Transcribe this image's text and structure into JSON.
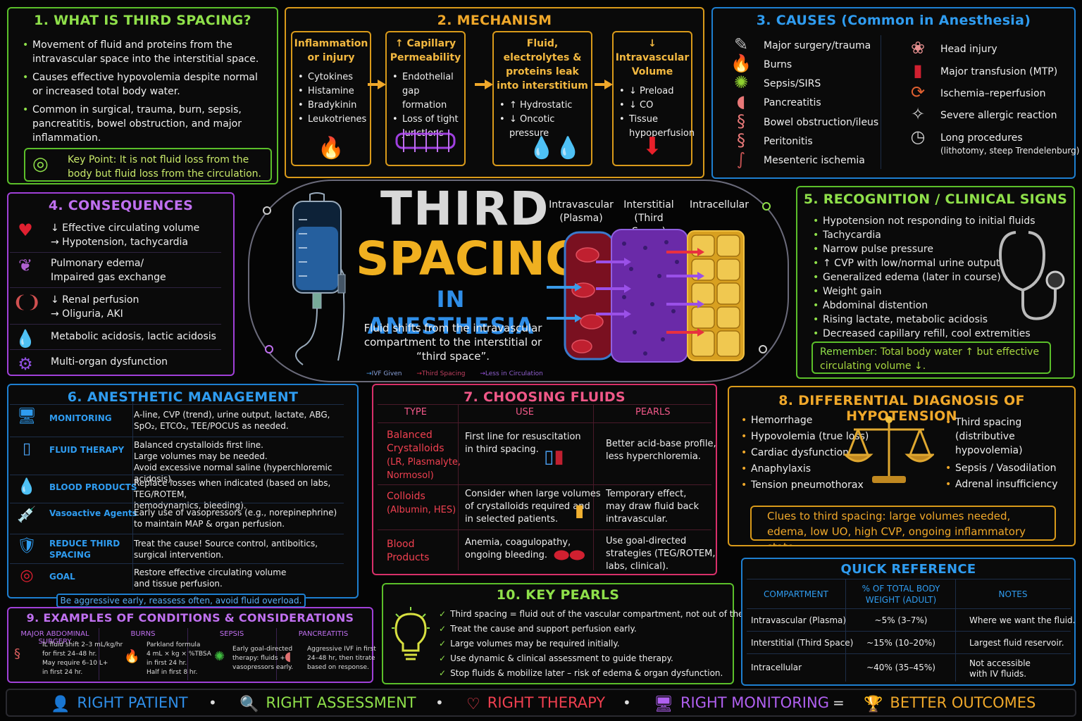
{
  "colors": {
    "green": "#8fe04a",
    "orange": "#f0a82a",
    "blue": "#2f9cf0",
    "purple": "#c070f0",
    "pink": "#f05888",
    "red": "#f04050"
  },
  "p1": {
    "title": "1. WHAT IS THIRD SPACING?",
    "bullets": [
      "Movement of fluid and proteins from the intravascular space into the interstitial space.",
      "Causes effective hypovolemia despite normal or increased total body water.",
      "Common in surgical, trauma, burn, sepsis, pancreatitis, bowel obstruction, and major inflammation."
    ],
    "key_label": "Key Point:",
    "key_text": "It is not fluid loss from the body but fluid loss from the circulation.",
    "key_icon": "target-icon"
  },
  "p2": {
    "title": "2. MECHANISM",
    "steps": [
      {
        "head": "Inflammation or injury",
        "items": [
          "Cytokines",
          "Histamine",
          "Bradykinin",
          "Leukotrienes"
        ],
        "icon": "flame-icon"
      },
      {
        "head": "↑ Capillary Permeability",
        "items": [
          "Endothelial gap formation",
          "Loss of tight junctions"
        ],
        "icon": "capillary-icon"
      },
      {
        "head": "Fluid, electrolytes & proteins leak into interstitium",
        "items": [
          "↑ Hydrostatic",
          "↓ Oncotic pressure"
        ],
        "icon": "droplets-icon"
      },
      {
        "head": "↓ Intravascular Volume",
        "items": [
          "↓ Preload",
          "↓ CO",
          "Tissue hypoperfusion"
        ],
        "icon": "down-arrow-icon"
      }
    ]
  },
  "p3": {
    "title": "3. CAUSES (Common in Anesthesia)",
    "left": [
      {
        "label": "Major surgery/trauma",
        "icon": "scalpel-icon"
      },
      {
        "label": "Burns",
        "icon": "fire-icon"
      },
      {
        "label": "Sepsis/SIRS",
        "icon": "bacteria-icon"
      },
      {
        "label": "Pancreatitis",
        "icon": "pancreas-icon"
      },
      {
        "label": "Bowel obstruction/ileus",
        "icon": "bowel-icon"
      },
      {
        "label": "Peritonitis",
        "icon": "intestine-icon"
      },
      {
        "label": "Mesenteric ischemia",
        "icon": "vessel-icon"
      }
    ],
    "right": [
      {
        "label": "Head injury",
        "icon": "brain-icon"
      },
      {
        "label": "Major transfusion (MTP)",
        "icon": "blood-bag-icon"
      },
      {
        "label": "Ischemia–reperfusion",
        "icon": "cycle-icon"
      },
      {
        "label": "Severe allergic reaction",
        "icon": "allergy-icon"
      },
      {
        "label": "Long procedures",
        "sub": "(lithotomy, steep Trendelenburg)",
        "icon": "clock-icon"
      }
    ]
  },
  "p4": {
    "title": "4. CONSEQUENCES",
    "items": [
      {
        "l1": "↓ Effective circulating volume",
        "l2": "→ Hypotension, tachycardia",
        "icon": "heart-icon"
      },
      {
        "l1": "Pulmonary edema/",
        "l2": "Impaired gas exchange",
        "icon": "lungs-icon"
      },
      {
        "l1": "↓ Renal perfusion",
        "l2": "→ Oliguria, AKI",
        "icon": "kidney-icon"
      },
      {
        "l1": "Metabolic acidosis, lactic acidosis",
        "l2": "",
        "icon": "drop-icon"
      },
      {
        "l1": "Multi-organ dysfunction",
        "l2": "",
        "icon": "organ-gear-icon"
      }
    ]
  },
  "center": {
    "title1": "THIRD",
    "title2": "SPACING",
    "title3": "IN ANESTHESIA",
    "subtitle": "Fluid shifts from the intravascular compartment to the interstitial or “third space”.",
    "legend": [
      "IVF Given",
      "Third Spacing",
      "Less in Circulation"
    ],
    "compartments": [
      "Intravascular (Plasma)",
      "Interstitial (Third Space)",
      "Intracellular"
    ]
  },
  "p5": {
    "title": "5. RECOGNITION / CLINICAL SIGNS",
    "bullets": [
      "Hypotension not responding to initial fluids",
      "Tachycardia",
      "Narrow pulse pressure",
      "↑ CVP with low/normal urine output",
      "Generalized edema (later in course)",
      "Weight gain",
      "Abdominal distention",
      "Rising lactate, metabolic acidosis",
      "Decreased capillary refill, cool extremities"
    ],
    "remember_label": "Remember:",
    "remember_text": "Total body water ↑ but effective circulating volume ↓."
  },
  "p6": {
    "title": "6. ANESTHETIC MANAGEMENT",
    "rows": [
      {
        "label": "MONITORING",
        "lines": [
          "A-line, CVP (trend), urine output, lactate, ABG,",
          "SpO₂, ETCO₂, TEE/POCUS as needed."
        ],
        "icon": "monitor-icon"
      },
      {
        "label": "FLUID THERAPY",
        "lines": [
          "Balanced crystalloids first line.",
          "Large volumes may be needed.",
          "Avoid excessive normal saline (hyperchloremic acidosis)."
        ],
        "icon": "iv-bag-icon"
      },
      {
        "label": "BLOOD PRODUCTS",
        "lines": [
          "Replace losses when indicated (based on labs, TEG/ROTEM,",
          "hemodynamics, bleeding)."
        ],
        "icon": "blood-drop-icon"
      },
      {
        "label": "Vasoactive Agents",
        "lines": [
          "Early use of vasopressors (e.g., norepinephrine)",
          "to maintain MAP & organ perfusion."
        ],
        "icon": "syringe-icon"
      },
      {
        "label": "REDUCE THIRD SPACING",
        "lines": [
          "Treat the cause! Source control, antiboitics,",
          "surgical intervention."
        ],
        "icon": "shield-icon"
      },
      {
        "label": "GOAL",
        "lines": [
          "Restore effective circulating volume",
          "and tissue perfusion."
        ],
        "icon": "goal-target-icon"
      }
    ],
    "footer": "Be aggressive early, reassess often, avoid fluid overload."
  },
  "p7": {
    "title": "7. CHOOSING FLUIDS",
    "headers": [
      "TYPE",
      "USE",
      "PEARLS"
    ],
    "rows": [
      {
        "type": [
          "Balanced",
          "Crystalloids",
          "(LR, Plasmalyte,",
          "Normosol)"
        ],
        "use": [
          "First line for resuscitation",
          "in third spacing."
        ],
        "pearls": [
          "Better acid-base profile,",
          "less hyperchloremia."
        ],
        "icon": "iv-bags-icon"
      },
      {
        "type": [
          "Colloids",
          "(Albumin, HES)"
        ],
        "use": [
          "Consider when large volumes",
          "of crystalloids required and",
          "in selected patients."
        ],
        "pearls": [
          "Temporary effect,",
          "may draw fluid back",
          "intravascular."
        ],
        "icon": "albumin-vial-icon"
      },
      {
        "type": [
          "Blood",
          "Products"
        ],
        "use": [
          "Anemia, coagulopathy,",
          "ongoing bleeding."
        ],
        "pearls": [
          "Use goal-directed",
          "strategies (TEG/ROTEM,",
          "labs, clinical)."
        ],
        "icon": "red-cells-icon"
      }
    ]
  },
  "p8": {
    "title": "8. DIFFERENTIAL DIAGNOSIS OF HYPOTENSION",
    "left": [
      "Hemorrhage",
      "Hypovolemia (true loss)",
      "Cardiac dysfunction",
      "Anaphylaxis",
      "Tension pneumothorax"
    ],
    "right": [
      "Third spacing (distributive hypovolemia)",
      "Sepsis / Vasodilation",
      "Adrenal insufficiency"
    ],
    "icon": "scales-icon",
    "clue": "Clues to third spacing: large volumes needed, edema, low UO, high CVP, ongoing inflammatory state."
  },
  "p9": {
    "title": "9. EXAMPLES OF CONDITIONS & CONSIDERATIONS",
    "cols": [
      {
        "head": "MAJOR ABDOMINAL SURGERY",
        "lines": [
          "IL fluid shift 2–3 mL/kg/hr",
          "for first 24–48 hr.",
          "May require 6–10 L+",
          "in first 24 hr."
        ],
        "icon": "intestine-icon"
      },
      {
        "head": "BURNS",
        "lines": [
          "Parkland formula",
          "4 mL × kg × %TBSA",
          "in first 24 hr.",
          "Half in first 8 hr."
        ],
        "icon": "burn-icon"
      },
      {
        "head": "SEPSIS",
        "lines": [
          "Early goal-directed",
          "therapy: fluids +",
          "vasopressors early."
        ],
        "icon": "microbe-icon"
      },
      {
        "head": "PANCREATITIS",
        "lines": [
          "Aggressive IVF in first",
          "24–48 hr, then titrate",
          "based on response."
        ],
        "icon": "pancreas-icon"
      }
    ]
  },
  "p10": {
    "title": "10. KEY PEARLS",
    "icon": "lightbulb-icon",
    "pearls": [
      "Third spacing = fluid out of the vascular compartment, not out of the body.",
      "Treat the cause and support perfusion early.",
      "Large volumes may be required initially.",
      "Use dynamic & clinical assessment to guide therapy.",
      "Stop fluids & mobilize later – risk of edema & organ dysfunction."
    ]
  },
  "qr": {
    "title": "QUICK REFERENCE",
    "headers": [
      "COMPARTMENT",
      "% OF TOTAL BODY WEIGHT (ADULT)",
      "NOTES"
    ],
    "rows": [
      {
        "c": "Intravascular (Plasma)",
        "p": "~5% (3–7%)",
        "n": "Where we want the fluid."
      },
      {
        "c": "Interstitial (Third Space)",
        "p": "~15% (10–20%)",
        "n": "Largest fluid reservoir."
      },
      {
        "c": "Intracellular",
        "p": "~40% (35–45%)",
        "n": "Not accessible with IV fluids."
      }
    ]
  },
  "footer": {
    "items": [
      {
        "label": "RIGHT PATIENT",
        "icon": "person-icon",
        "color": "#2f8ee8"
      },
      {
        "label": "RIGHT ASSESSMENT",
        "icon": "magnifier-icon",
        "color": "#8fe04a"
      },
      {
        "label": "RIGHT THERAPY",
        "icon": "heartbeat-icon",
        "color": "#f04050"
      },
      {
        "label": "RIGHT MONITORING",
        "icon": "monitor-icon",
        "color": "#b060f0"
      },
      {
        "label": "BETTER OUTCOMES",
        "icon": "trophy-icon",
        "color": "#f0a82a"
      }
    ],
    "separator": "•",
    "equals": "="
  }
}
